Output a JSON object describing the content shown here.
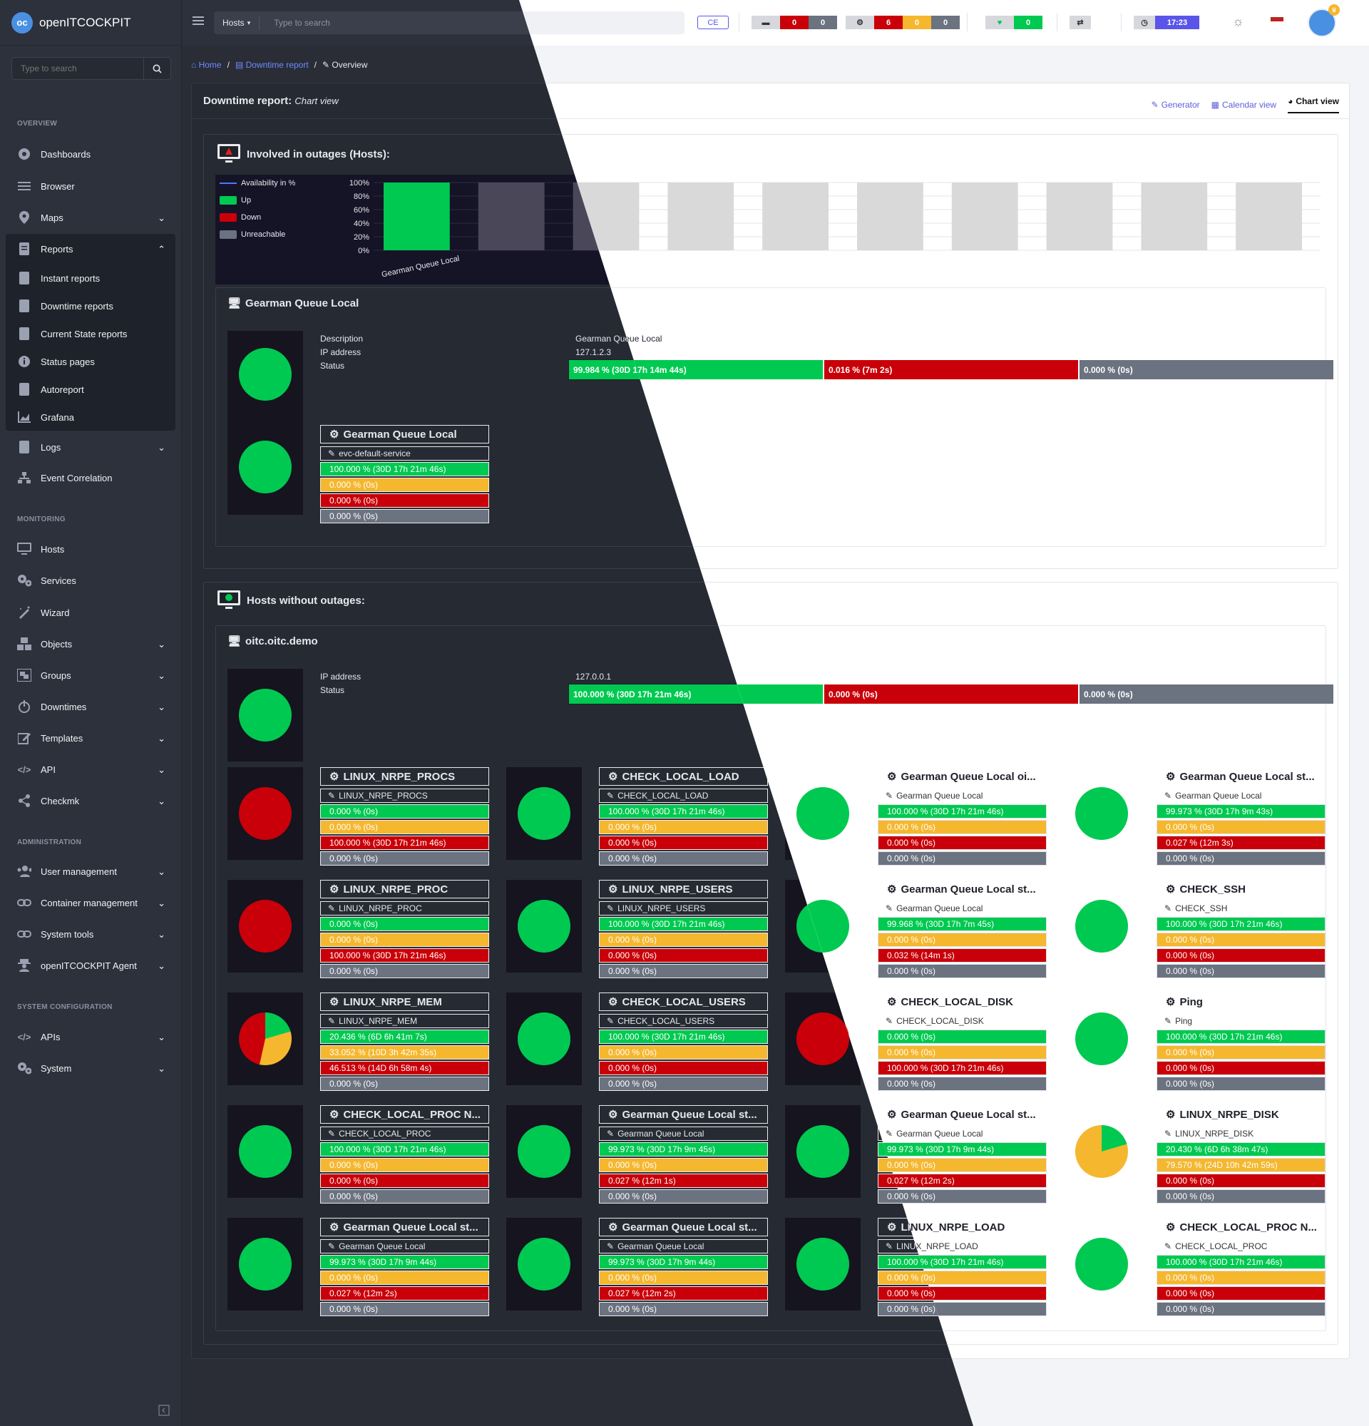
{
  "app": {
    "name": "openITCOCKPIT",
    "logo_text": "oc"
  },
  "sidebar": {
    "search_placeholder": "Type to search",
    "sections": {
      "overview": "OVERVIEW",
      "monitoring": "MONITORING",
      "administration": "ADMINISTRATION",
      "system_configuration": "SYSTEM CONFIGURATION"
    },
    "items": {
      "dashboards": "Dashboards",
      "browser": "Browser",
      "maps": "Maps",
      "reports": "Reports",
      "instant_reports": "Instant reports",
      "downtime_reports": "Downtime reports",
      "current_state_reports": "Current State reports",
      "status_pages": "Status pages",
      "autoreport": "Autoreport",
      "grafana": "Grafana",
      "logs": "Logs",
      "event_correlation": "Event Correlation",
      "hosts": "Hosts",
      "services": "Services",
      "wizard": "Wizard",
      "objects": "Objects",
      "groups": "Groups",
      "downtimes": "Downtimes",
      "templates": "Templates",
      "api": "API",
      "checkmk": "Checkmk",
      "user_management": "User management",
      "container_management": "Container management",
      "system_tools": "System tools",
      "agent": "openITCOCKPIT Agent",
      "apis": "APIs",
      "system": "System"
    }
  },
  "topbar": {
    "search_type": "Hosts",
    "search_placeholder": "Type to search",
    "edition": "CE",
    "host_counts": [
      "0",
      "0"
    ],
    "service_counts": [
      "6",
      "0",
      "0"
    ],
    "ok_count": "0",
    "time": "17:23"
  },
  "breadcrumb": {
    "home": "Home",
    "downtime_report": "Downtime report",
    "overview": "Overview"
  },
  "panel": {
    "title": "Downtime report:",
    "subtitle": "Chart view",
    "views": {
      "generator": "Generator",
      "calendar": "Calendar view",
      "chart": "Chart view"
    }
  },
  "outages": {
    "title": "Involved in outages (Hosts):",
    "chart_data": {
      "type": "bar",
      "categories": [
        "Gearman Queue Local"
      ],
      "series": [
        {
          "name": "Up",
          "values": [
            99.984
          ]
        },
        {
          "name": "Down",
          "values": [
            0.016
          ]
        },
        {
          "name": "Unreachable",
          "values": [
            0
          ]
        }
      ],
      "legend": [
        "Availability in %",
        "Up",
        "Down",
        "Unreachable"
      ],
      "ylim": [
        0,
        100
      ],
      "yticks": [
        "100%",
        "80%",
        "60%",
        "40%",
        "20%",
        "0%"
      ],
      "colors": {
        "up": "#00c951",
        "down": "#c90009",
        "unreachable": "#6b7280"
      }
    },
    "host": {
      "name": "Gearman Queue Local",
      "labels": {
        "description": "Description",
        "ip": "IP address",
        "status": "Status"
      },
      "description": "Gearman Queue Local",
      "ip": "127.1.2.3",
      "status": {
        "up": "99.984 % (30D 17h 14m 44s)",
        "down": "0.016 % (7m 2s)",
        "unreachable": "0.000 % (0s)"
      },
      "service": {
        "name": "Gearman Queue Local",
        "sub": "evc-default-service",
        "ok": "100.000 % (30D 17h 21m 46s)",
        "warn": "0.000 % (0s)",
        "crit": "0.000 % (0s)",
        "unk": "0.000 % (0s)"
      }
    }
  },
  "no_outages": {
    "title": "Hosts without outages:",
    "host": {
      "name": "oitc.oitc.demo",
      "labels": {
        "ip": "IP address",
        "status": "Status"
      },
      "ip": "127.0.0.1",
      "status": {
        "up": "100.000 % (30D 17h 21m 46s)",
        "down": "0.000 % (0s)",
        "unreachable": "0.000 % (0s)"
      }
    },
    "services": [
      {
        "name": "LINUX_NRPE_PROCS",
        "sub": "LINUX_NRPE_PROCS",
        "ok": "0.000 % (0s)",
        "warn": "0.000 % (0s)",
        "crit": "100.000 % (30D 17h 21m 46s)",
        "unk": "0.000 % (0s)",
        "pie": [
          0,
          0,
          100
        ]
      },
      {
        "name": "CHECK_LOCAL_LOAD",
        "sub": "CHECK_LOCAL_LOAD",
        "ok": "100.000 % (30D 17h 21m 46s)",
        "warn": "0.000 % (0s)",
        "crit": "0.000 % (0s)",
        "unk": "0.000 % (0s)",
        "pie": [
          100,
          0,
          0
        ]
      },
      {
        "name": "Gearman Queue Local oi...",
        "sub": "Gearman Queue Local",
        "ok": "100.000 % (30D 17h 21m 46s)",
        "warn": "0.000 % (0s)",
        "crit": "0.000 % (0s)",
        "unk": "0.000 % (0s)",
        "pie": [
          100,
          0,
          0
        ]
      },
      {
        "name": "Gearman Queue Local st...",
        "sub": "Gearman Queue Local",
        "ok": "99.973 % (30D 17h 9m 43s)",
        "warn": "0.000 % (0s)",
        "crit": "0.027 % (12m 3s)",
        "unk": "0.000 % (0s)",
        "pie": [
          100,
          0,
          0
        ]
      },
      {
        "name": "LINUX_NRPE_PROC",
        "sub": "LINUX_NRPE_PROC",
        "ok": "0.000 % (0s)",
        "warn": "0.000 % (0s)",
        "crit": "100.000 % (30D 17h 21m 46s)",
        "unk": "0.000 % (0s)",
        "pie": [
          0,
          0,
          100
        ]
      },
      {
        "name": "LINUX_NRPE_USERS",
        "sub": "LINUX_NRPE_USERS",
        "ok": "100.000 % (30D 17h 21m 46s)",
        "warn": "0.000 % (0s)",
        "crit": "0.000 % (0s)",
        "unk": "0.000 % (0s)",
        "pie": [
          100,
          0,
          0
        ]
      },
      {
        "name": "Gearman Queue Local st...",
        "sub": "Gearman Queue Local",
        "ok": "99.968 % (30D 17h 7m 45s)",
        "warn": "0.000 % (0s)",
        "crit": "0.032 % (14m 1s)",
        "unk": "0.000 % (0s)",
        "pie": [
          100,
          0,
          0
        ]
      },
      {
        "name": "CHECK_SSH",
        "sub": "CHECK_SSH",
        "ok": "100.000 % (30D 17h 21m 46s)",
        "warn": "0.000 % (0s)",
        "crit": "0.000 % (0s)",
        "unk": "0.000 % (0s)",
        "pie": [
          100,
          0,
          0
        ]
      },
      {
        "name": "LINUX_NRPE_MEM",
        "sub": "LINUX_NRPE_MEM",
        "ok": "20.436 % (6D 6h 41m 7s)",
        "warn": "33.052 % (10D 3h 42m 35s)",
        "crit": "46.513 % (14D 6h 58m 4s)",
        "unk": "0.000 % (0s)",
        "pie": [
          20.436,
          33.052,
          46.513
        ]
      },
      {
        "name": "CHECK_LOCAL_USERS",
        "sub": "CHECK_LOCAL_USERS",
        "ok": "100.000 % (30D 17h 21m 46s)",
        "warn": "0.000 % (0s)",
        "crit": "0.000 % (0s)",
        "unk": "0.000 % (0s)",
        "pie": [
          100,
          0,
          0
        ]
      },
      {
        "name": "CHECK_LOCAL_DISK",
        "sub": "CHECK_LOCAL_DISK",
        "ok": "0.000 % (0s)",
        "warn": "0.000 % (0s)",
        "crit": "100.000 % (30D 17h 21m 46s)",
        "unk": "0.000 % (0s)",
        "pie": [
          0,
          0,
          100
        ]
      },
      {
        "name": "Ping",
        "sub": "Ping",
        "ok": "100.000 % (30D 17h 21m 46s)",
        "warn": "0.000 % (0s)",
        "crit": "0.000 % (0s)",
        "unk": "0.000 % (0s)",
        "pie": [
          100,
          0,
          0
        ]
      },
      {
        "name": "CHECK_LOCAL_PROC N...",
        "sub": "CHECK_LOCAL_PROC",
        "ok": "100.000 % (30D 17h 21m 46s)",
        "warn": "0.000 % (0s)",
        "crit": "0.000 % (0s)",
        "unk": "0.000 % (0s)",
        "pie": [
          100,
          0,
          0
        ]
      },
      {
        "name": "Gearman Queue Local st...",
        "sub": "Gearman Queue Local",
        "ok": "99.973 % (30D 17h 9m 45s)",
        "warn": "0.000 % (0s)",
        "crit": "0.027 % (12m 1s)",
        "unk": "0.000 % (0s)",
        "pie": [
          100,
          0,
          0
        ]
      },
      {
        "name": "Gearman Queue Local st...",
        "sub": "Gearman Queue Local",
        "ok": "99.973 % (30D 17h 9m 44s)",
        "warn": "0.000 % (0s)",
        "crit": "0.027 % (12m 2s)",
        "unk": "0.000 % (0s)",
        "pie": [
          100,
          0,
          0
        ]
      },
      {
        "name": "LINUX_NRPE_DISK",
        "sub": "LINUX_NRPE_DISK",
        "ok": "20.430 % (6D 6h 38m 47s)",
        "warn": "79.570 % (24D 10h 42m 59s)",
        "crit": "0.000 % (0s)",
        "unk": "0.000 % (0s)",
        "pie": [
          20.43,
          79.57,
          0
        ]
      },
      {
        "name": "Gearman Queue Local st...",
        "sub": "Gearman Queue Local",
        "ok": "99.973 % (30D 17h 9m 44s)",
        "warn": "0.000 % (0s)",
        "crit": "0.027 % (12m 2s)",
        "unk": "0.000 % (0s)",
        "pie": [
          100,
          0,
          0
        ]
      },
      {
        "name": "Gearman Queue Local st...",
        "sub": "Gearman Queue Local",
        "ok": "99.973 % (30D 17h 9m 44s)",
        "warn": "0.000 % (0s)",
        "crit": "0.027 % (12m 2s)",
        "unk": "0.000 % (0s)",
        "pie": [
          100,
          0,
          0
        ]
      },
      {
        "name": "LINUX_NRPE_LOAD",
        "sub": "LINUX_NRPE_LOAD",
        "ok": "100.000 % (30D 17h 21m 46s)",
        "warn": "0.000 % (0s)",
        "crit": "0.000 % (0s)",
        "unk": "0.000 % (0s)",
        "pie": [
          100,
          0,
          0
        ]
      },
      {
        "name": "CHECK_LOCAL_PROC N...",
        "sub": "CHECK_LOCAL_PROC",
        "ok": "100.000 % (30D 17h 21m 46s)",
        "warn": "0.000 % (0s)",
        "crit": "0.000 % (0s)",
        "unk": "0.000 % (0s)",
        "pie": [
          100,
          0,
          0
        ]
      }
    ]
  },
  "colors": {
    "ok": "#00c951",
    "warn": "#f5b72e",
    "crit": "#c90009",
    "unknown": "#6b7280",
    "accent": "#5a55e8"
  }
}
